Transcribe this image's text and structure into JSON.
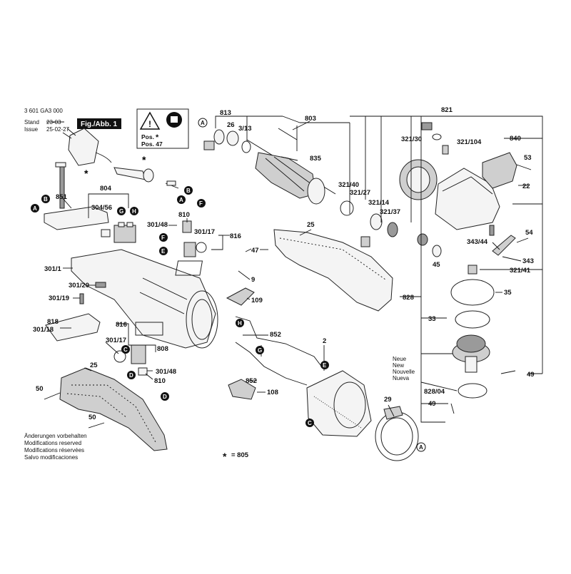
{
  "header": {
    "model_number": "3 601 GA3 000",
    "stand_label": "Stand",
    "issue_label": "Issue",
    "stand_old": "23-03",
    "stand_new": "25-02-27",
    "fig_label": "Fig./Abb. 1"
  },
  "warning_box": {
    "pos_star": "Pos.",
    "pos_47": "Pos. 47"
  },
  "notes": {
    "changes": [
      "Änderungen vorbehalten",
      "Modifications reserved",
      "Modifications réservées",
      "Salvo modificaciones"
    ],
    "star_ref": "= 805",
    "new_labels": [
      "Neue",
      "New",
      "Nouvelle",
      "Nueva"
    ]
  },
  "parts": {
    "p813": "813",
    "p26": "26",
    "p3_13": "3/13",
    "p803": "803",
    "p835": "835",
    "p821": "821",
    "p321_30": "321/30",
    "p321_104": "321/104",
    "p840": "840",
    "p53": "53",
    "p22": "22",
    "p321_40": "321/40",
    "p321_27": "321/27",
    "p321_14": "321/14",
    "p321_37": "321/37",
    "p54": "54",
    "p343_44": "343/44",
    "p343": "343",
    "p45": "45",
    "p321_41": "321/41",
    "p828": "828",
    "p35": "35",
    "p33": "33",
    "p49a": "49",
    "p828_04": "828/04",
    "p49b": "49",
    "p804": "804",
    "p851": "851",
    "p304_56": "304/56",
    "p301_48a": "301/48",
    "p810a": "810",
    "p301_17a": "301/17",
    "p816a": "816",
    "p47": "47",
    "p25a": "25",
    "p301_1": "301/1",
    "p9": "9",
    "p301_20": "301/20",
    "p109": "109",
    "p301_19": "301/19",
    "p818": "818",
    "p301_18": "301/18",
    "p816b": "816",
    "p301_17b": "301/17",
    "p808": "808",
    "p852a": "852",
    "p2": "2",
    "p301_48b": "301/48",
    "p810b": "810",
    "p25b": "25",
    "p50a": "50",
    "p852b": "852",
    "p108": "108",
    "p29": "29",
    "p50b": "50"
  },
  "callouts": {
    "A": "A",
    "B": "B",
    "C": "C",
    "D": "D",
    "E": "E",
    "F": "F",
    "G": "G",
    "H": "H"
  }
}
